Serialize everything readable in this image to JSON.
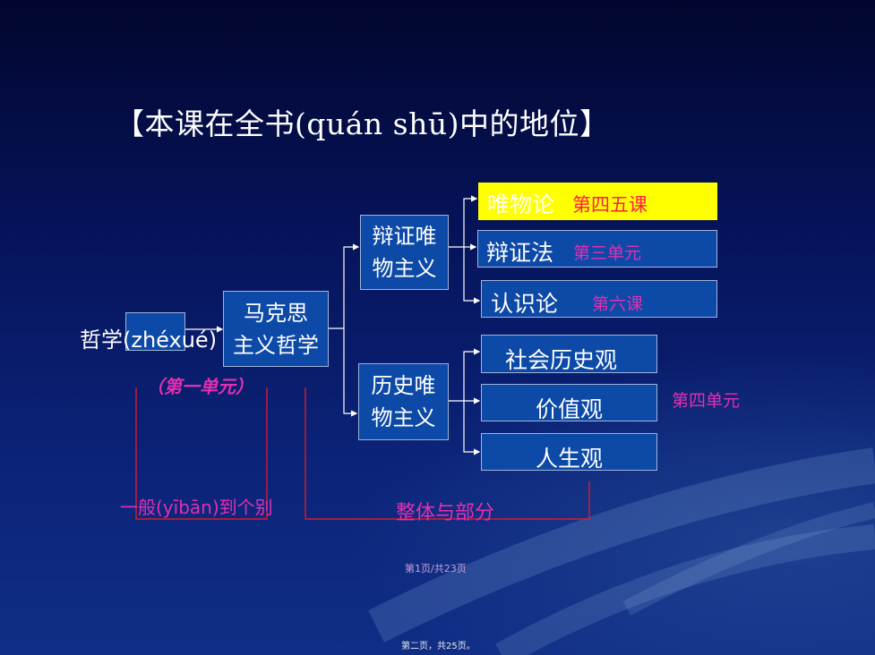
{
  "title": "【本课在全书(quán shū)中的地位】",
  "root": {
    "label": "哲学(zhéxué)",
    "unit": "（第一单元）"
  },
  "marxism": {
    "line1": "马克思",
    "line2": "主义哲学"
  },
  "dialectical_materialism": {
    "line1": "辩证唯",
    "line2": "物主义"
  },
  "historical_materialism": {
    "line1": "历史唯",
    "line2": "物主义"
  },
  "branches": {
    "materialism": {
      "label": "唯物论",
      "note": "第四五课"
    },
    "dialectics": {
      "label": "辩证法",
      "note": "第三单元"
    },
    "epistemology": {
      "label": "认识论",
      "note": "第六课"
    },
    "social_history": {
      "label": "社会历史观"
    },
    "values": {
      "label": "价值观"
    },
    "life": {
      "label": "人生观"
    },
    "unit4_note": "第四单元"
  },
  "relations": {
    "general_to_specific": "一般(yībān)到个别",
    "whole_and_part": "整体与部分"
  },
  "footer": {
    "page_count": "第1页/共23页",
    "bottom": "第二页，共25页。"
  },
  "colors": {
    "box_fill": "#0d49a7",
    "highlight": "#ffff00",
    "magenta": "#e32fb0",
    "red_line": "#d81b2c"
  }
}
